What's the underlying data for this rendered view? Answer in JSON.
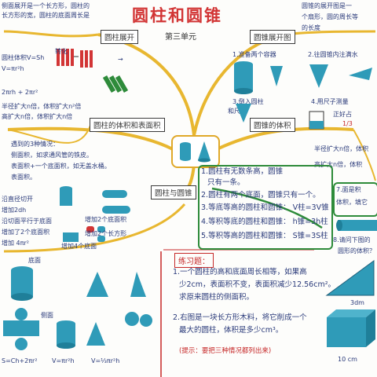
{
  "title": "圆柱和圆锥",
  "unit": "第三单元",
  "branches": {
    "cyl_unfold": "圆柱展开",
    "unfold_compare": "圆锥展开图",
    "cyl_volume_surface": "圆柱的体积和表面积",
    "cone_volume": "圆锥的体积",
    "cyl_cone": "圆柱与圆锥"
  },
  "top_left": [
    "侧面展开是一个长方形，圆柱的",
    "长方形的宽，圆柱的底面周长是"
  ],
  "steps_left": {
    "cut": "转化",
    "into": "→",
    "h": "h"
  },
  "formulas_left": [
    "圆柱体积V=Sh",
    "V=πr²h",
    "2πrh + 2πr²"
  ],
  "rule_double": [
    "半径扩大n倍，体积扩大n²倍",
    "高扩大n倍，体积扩大n倍"
  ],
  "three_cases": [
    "遇到的3种情况：",
    "侧面积，如求通风管的铁皮。",
    "表面积+一个底面积，如无盖水桶。",
    "表面积。"
  ],
  "left_mid": [
    "沿直径切开",
    "增加2dh",
    "沿切面平行于底面",
    "增加了2个底面积",
    "增加 4πr²"
  ],
  "cut_labels": [
    "增加2个底面积",
    "增加2个长方形",
    "增加4个底面"
  ],
  "bottom_left": {
    "base": "底面",
    "side": "侧面",
    "formula1": "S=Ch+2πr²",
    "formula2": "V=πr²h",
    "formula3": "V=⅓πr²h"
  },
  "top_right": [
    "圆锥的展开图是一",
    "个扇形，圆的周长等",
    "的长度"
  ],
  "exp_steps": [
    "1.准备两个容器",
    "2.往圆锥内注满水",
    "3.倒入圆柱",
    "4.用尺子测量"
  ],
  "exp_labels": {
    "ruler": "和尺子",
    "result": "正好占",
    "third": "1/3"
  },
  "right_rules": [
    "半径扩大n倍，体积",
    "高扩大n倍，体积"
  ],
  "cyl_cone_rules": [
    "1.圆柱有无数条高，圆锥",
    "只有一条。",
    "2.圆柱有两个底面，圆锥只有一个。",
    "3.等底等高的圆柱和圆锥： V柱=3V锥",
    "4.等积等底的圆柱和圆锥： h锥=3h柱",
    "5.等积等高的圆柱和圆锥： S锥=3S柱"
  ],
  "right_extra": [
    "7.面是积",
    "体积，填它"
  ],
  "right_extra2": [
    "8.请问下图的",
    "圆形的体积？"
  ],
  "practice": {
    "title": "练习题：",
    "q1": [
      "1.一个圆柱的高和底面周长相等，如果高",
      "少2cm，表面积不变，表面积减少12.56cm²。",
      "求原来圆柱的侧面积。"
    ],
    "q2": [
      "2.右图是一块长方形木料，将它削成一个",
      "最大的圆柱，体积是多少cm³。"
    ],
    "hint": "(提示：要把三种情况都列出来)"
  },
  "dims": {
    "d1": "3dm",
    "d2": "10 cm"
  },
  "colors": {
    "title": "#d23535",
    "branch": "#e0a92a",
    "green": "#2e8b3a",
    "red": "#c62828",
    "teal": "#2f9bb8",
    "ink": "#2a3a7a"
  }
}
